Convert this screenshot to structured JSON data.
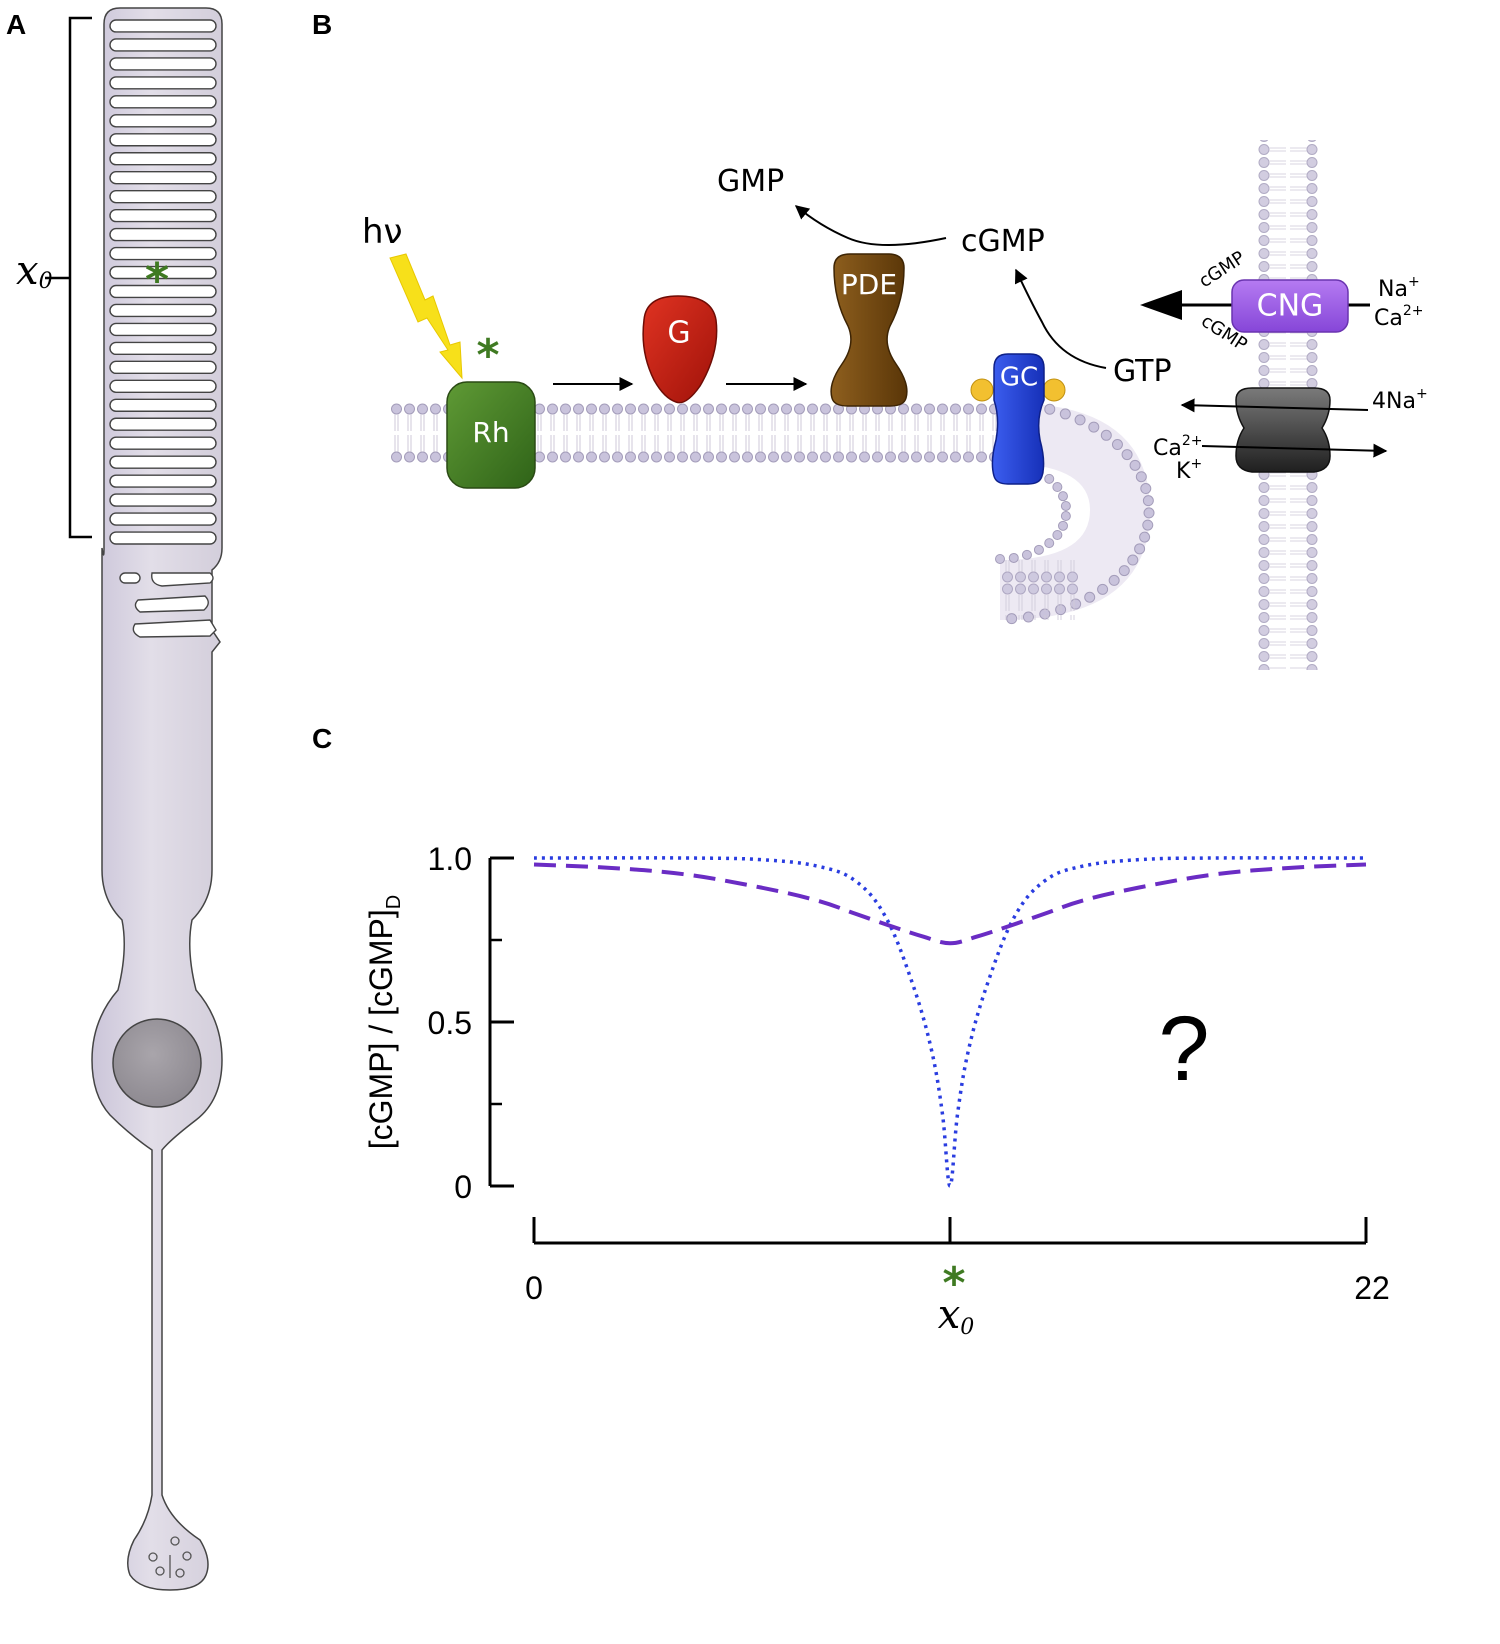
{
  "panels": {
    "a": "A",
    "b": "B",
    "c": "C"
  },
  "panel_a": {
    "x0_main": "x",
    "x0_sub": "0",
    "asterisk": "*"
  },
  "panel_b": {
    "hv": "hν",
    "asterisk": "*",
    "rh": "Rh",
    "g": "G",
    "pde": "PDE",
    "gc": "GC",
    "gmp": "GMP",
    "cgmp": "cGMP",
    "gtp": "GTP",
    "cng": "CNG",
    "cgmp_top": "cGMP",
    "cgmp_bottom": "cGMP",
    "na": "Na",
    "na_sup": "+",
    "ca": "Ca",
    "ca_sup": "2+",
    "na4": "4Na",
    "na4_sup": "+",
    "ca_ex": "Ca",
    "ca_ex_sup": "2+",
    "k": "K",
    "k_sup": "+"
  },
  "panel_c": {
    "question": "?",
    "asterisk": "*",
    "x0_main": "x",
    "x0_sub": "0"
  },
  "colors": {
    "cell_fill": "#d9d4e0",
    "rh": "#3f7a22",
    "g": "#c21b12",
    "pde": "#6e4612",
    "gc": "#1f3fd0",
    "cng": "#9b5ae6",
    "exchanger": "#404040",
    "dotted_series": "#2a3de0",
    "dashed_series": "#6a2cc4",
    "asterisk_green": "#3f7a22",
    "lightning": "#f7e01a"
  },
  "chart_data": {
    "type": "line",
    "title": "",
    "ylabel": "[cGMP] / [cGMP]",
    "ylabel_sub": "D",
    "xlabel": "x0",
    "xlim": [
      0,
      22
    ],
    "ylim": [
      0,
      1.0
    ],
    "x_ticks": [
      "0",
      "22"
    ],
    "y_ticks": [
      "1.0",
      "0.5",
      "0"
    ],
    "y_tick_values": [
      1.0,
      0.5,
      0
    ],
    "y_minor_ticks": [
      0.75,
      0.25
    ],
    "x_mark": 11,
    "grid": false,
    "legend": "none",
    "series": [
      {
        "style": "dotted",
        "color": "#2a3de0",
        "x": [
          0,
          4,
          6,
          7.5,
          8.5,
          9.3,
          10,
          10.5,
          10.8,
          11,
          11.2,
          11.5,
          12,
          12.7,
          13.5,
          14.5,
          16,
          18,
          22
        ],
        "y": [
          1.0,
          1.0,
          0.995,
          0.975,
          0.93,
          0.82,
          0.62,
          0.42,
          0.22,
          0.0,
          0.22,
          0.42,
          0.62,
          0.82,
          0.93,
          0.975,
          0.995,
          1.0,
          1.0
        ]
      },
      {
        "style": "dashed",
        "color": "#6a2cc4",
        "x": [
          0,
          2,
          4,
          6,
          7.5,
          8.5,
          9.5,
          10.3,
          11,
          11.7,
          12.5,
          13.5,
          14.5,
          16,
          18,
          20,
          22
        ],
        "y": [
          0.98,
          0.97,
          0.95,
          0.91,
          0.87,
          0.83,
          0.79,
          0.76,
          0.74,
          0.76,
          0.79,
          0.83,
          0.87,
          0.91,
          0.95,
          0.97,
          0.98
        ]
      }
    ]
  }
}
